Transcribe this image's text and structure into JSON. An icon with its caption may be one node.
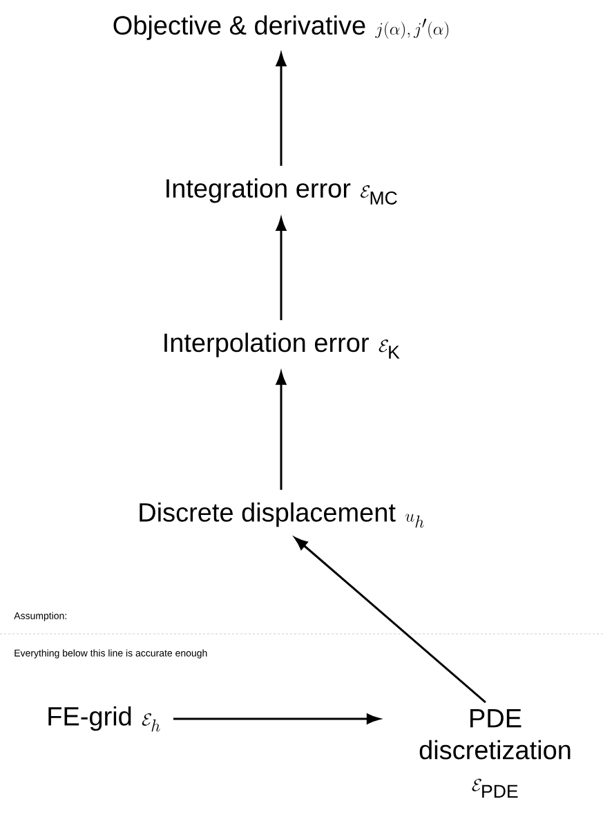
{
  "diagram": {
    "nodes": [
      {
        "text": [
          "Objective & derivative",
          "j(\\alpha), j'(\\alpha)"
        ]
      },
      {
        "text": [
          "Integration error",
          "\\mathcal{E}_{\\mathrm{MC}}"
        ]
      },
      {
        "text": [
          "Interpolation error",
          "\\mathcal{E}_{\\mathrm{K}}"
        ]
      },
      {
        "text": [
          "Discrete displacement",
          "u_h"
        ]
      },
      {
        "text": [
          "FE-grid",
          "\\mathcal{E}_h"
        ]
      },
      {
        "text": [
          "PDE discretization",
          "\\mathcal{E}_{\\mathrm{PDE}}"
        ]
      }
    ],
    "edges": [
      {
        "from": 1,
        "to": 0,
        "arrow": "to"
      },
      {
        "from": 2,
        "to": 1,
        "arrow": "to"
      },
      {
        "from": 3,
        "to": 2,
        "arrow": "to"
      },
      {
        "from": 5,
        "to": 3,
        "arrow": "to"
      },
      {
        "from": 4,
        "to": 5,
        "arrow": "to"
      }
    ],
    "labels": [
      "Assumption:",
      "Everything below this line is accurate enough"
    ]
  }
}
